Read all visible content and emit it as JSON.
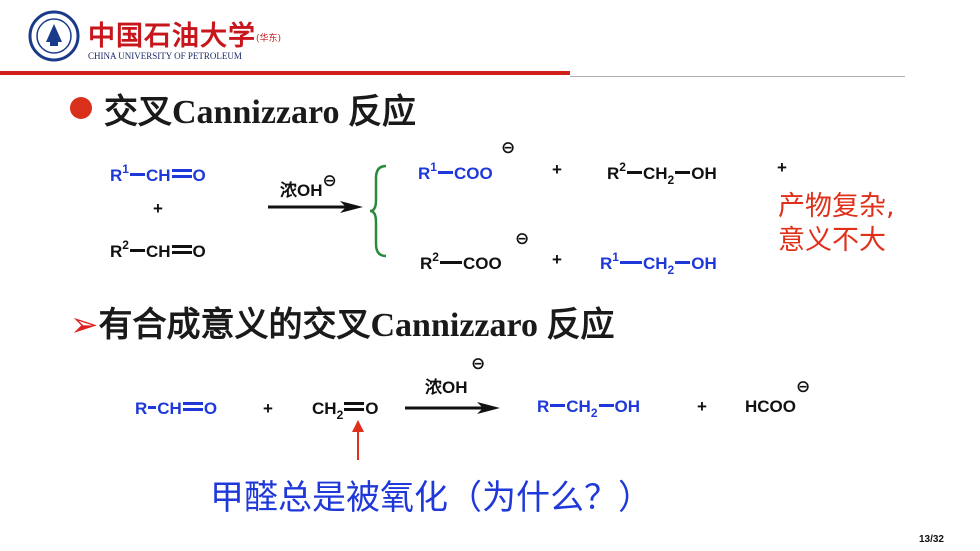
{
  "logo": {
    "cn_name": "中国石油大学",
    "campus": "(华东)",
    "en_name": "CHINA UNIVERSITY OF PETROLEUM"
  },
  "section1": {
    "title": "交叉Cannizzaro 反应",
    "reactant1_r": "R",
    "reactant1_sup": "1",
    "reactant1_rest": "CH",
    "reactant1_o": "O",
    "plus": "+",
    "reactant2_r": "R",
    "reactant2_sup": "2",
    "reactant2_rest": "CH",
    "reactant2_o": "O",
    "reagent": "浓OH",
    "product1_r": "R",
    "product1_sup": "1",
    "product1_rest": "COO",
    "product2_r": "R",
    "product2_sup": "2",
    "product2_mid": "CH",
    "product2_sub": "2",
    "product2_end": "OH",
    "product3_r": "R",
    "product3_sup": "2",
    "product3_rest": "COO",
    "product4_r": "R",
    "product4_sup": "1",
    "product4_mid": "CH",
    "product4_sub": "2",
    "product4_end": "OH",
    "note_line1": "产物复杂,",
    "note_line2": "意义不大"
  },
  "section2": {
    "title": "有合成意义的交叉Cannizzaro 反应",
    "reactant1_a": "R",
    "reactant1_b": "CH",
    "reactant1_o": "O",
    "plus": "+",
    "reactant2_a": "CH",
    "reactant2_sub": "2",
    "reactant2_o": "O",
    "reagent": "浓OH",
    "product1_a": "R",
    "product1_b": "CH",
    "product1_sub": "2",
    "product1_c": "OH",
    "product2": "HCOO",
    "question": "甲醛总是被氧化（为什么？）"
  },
  "charge_symbol": "⊖",
  "page_number": "13/32",
  "colors": {
    "red_bar": "#d0201b",
    "blue_text": "#1f38d9",
    "red_text": "#e0301a",
    "green_brace": "#2a8a3a"
  }
}
